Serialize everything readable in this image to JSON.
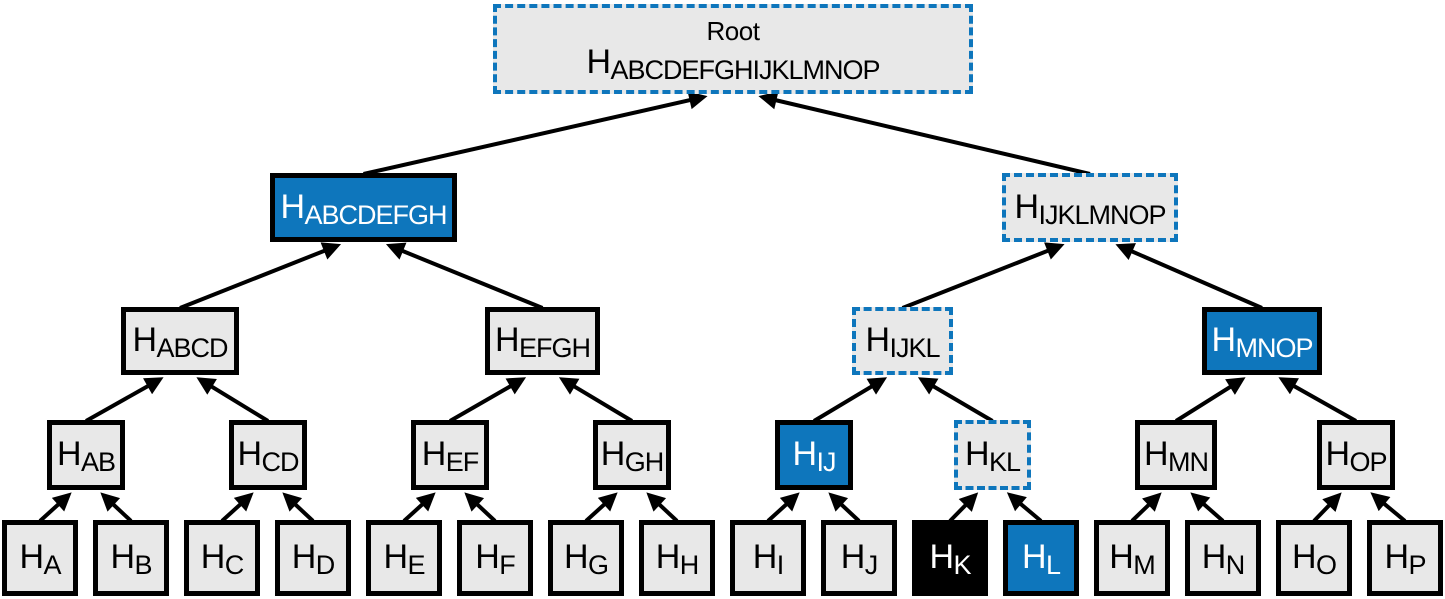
{
  "colors": {
    "accent_blue": "#0e76bc",
    "node_fill_gray": "#e8e8e8",
    "node_fill_black": "#000000",
    "arrow_color": "#000000"
  },
  "nodes": [
    {
      "id": "root",
      "line1": "Root",
      "prefix": "H",
      "sub": "ABCDEFGHIJKLMNOP",
      "state": "dashed"
    },
    {
      "id": "abcdefgh",
      "prefix": "H",
      "sub": "ABCDEFGH",
      "state": "blue"
    },
    {
      "id": "ijklmnop",
      "prefix": "H",
      "sub": "IJKLMNOP",
      "state": "dashed"
    },
    {
      "id": "abcd",
      "prefix": "H",
      "sub": "ABCD",
      "state": "gray"
    },
    {
      "id": "efgh",
      "prefix": "H",
      "sub": "EFGH",
      "state": "gray"
    },
    {
      "id": "ijkl",
      "prefix": "H",
      "sub": "IJKL",
      "state": "dashed"
    },
    {
      "id": "mnop",
      "prefix": "H",
      "sub": "MNOP",
      "state": "blue"
    },
    {
      "id": "ab",
      "prefix": "H",
      "sub": "AB",
      "state": "gray"
    },
    {
      "id": "cd",
      "prefix": "H",
      "sub": "CD",
      "state": "gray"
    },
    {
      "id": "ef",
      "prefix": "H",
      "sub": "EF",
      "state": "gray"
    },
    {
      "id": "gh",
      "prefix": "H",
      "sub": "GH",
      "state": "gray"
    },
    {
      "id": "ij",
      "prefix": "H",
      "sub": "IJ",
      "state": "blue"
    },
    {
      "id": "kl",
      "prefix": "H",
      "sub": "KL",
      "state": "dashed"
    },
    {
      "id": "mn",
      "prefix": "H",
      "sub": "MN",
      "state": "gray"
    },
    {
      "id": "op",
      "prefix": "H",
      "sub": "OP",
      "state": "gray"
    },
    {
      "id": "a",
      "prefix": "H",
      "sub": "A",
      "state": "gray"
    },
    {
      "id": "b",
      "prefix": "H",
      "sub": "B",
      "state": "gray"
    },
    {
      "id": "c",
      "prefix": "H",
      "sub": "C",
      "state": "gray"
    },
    {
      "id": "d",
      "prefix": "H",
      "sub": "D",
      "state": "gray"
    },
    {
      "id": "e",
      "prefix": "H",
      "sub": "E",
      "state": "gray"
    },
    {
      "id": "f",
      "prefix": "H",
      "sub": "F",
      "state": "gray"
    },
    {
      "id": "g",
      "prefix": "H",
      "sub": "G",
      "state": "gray"
    },
    {
      "id": "h",
      "prefix": "H",
      "sub": "H",
      "state": "gray"
    },
    {
      "id": "i",
      "prefix": "H",
      "sub": "I",
      "state": "gray"
    },
    {
      "id": "j",
      "prefix": "H",
      "sub": "J",
      "state": "gray"
    },
    {
      "id": "k",
      "prefix": "H",
      "sub": "K",
      "state": "black"
    },
    {
      "id": "l",
      "prefix": "H",
      "sub": "L",
      "state": "blue"
    },
    {
      "id": "m",
      "prefix": "H",
      "sub": "M",
      "state": "gray"
    },
    {
      "id": "n",
      "prefix": "H",
      "sub": "N",
      "state": "gray"
    },
    {
      "id": "o",
      "prefix": "H",
      "sub": "O",
      "state": "gray"
    },
    {
      "id": "p",
      "prefix": "H",
      "sub": "P",
      "state": "gray"
    }
  ]
}
